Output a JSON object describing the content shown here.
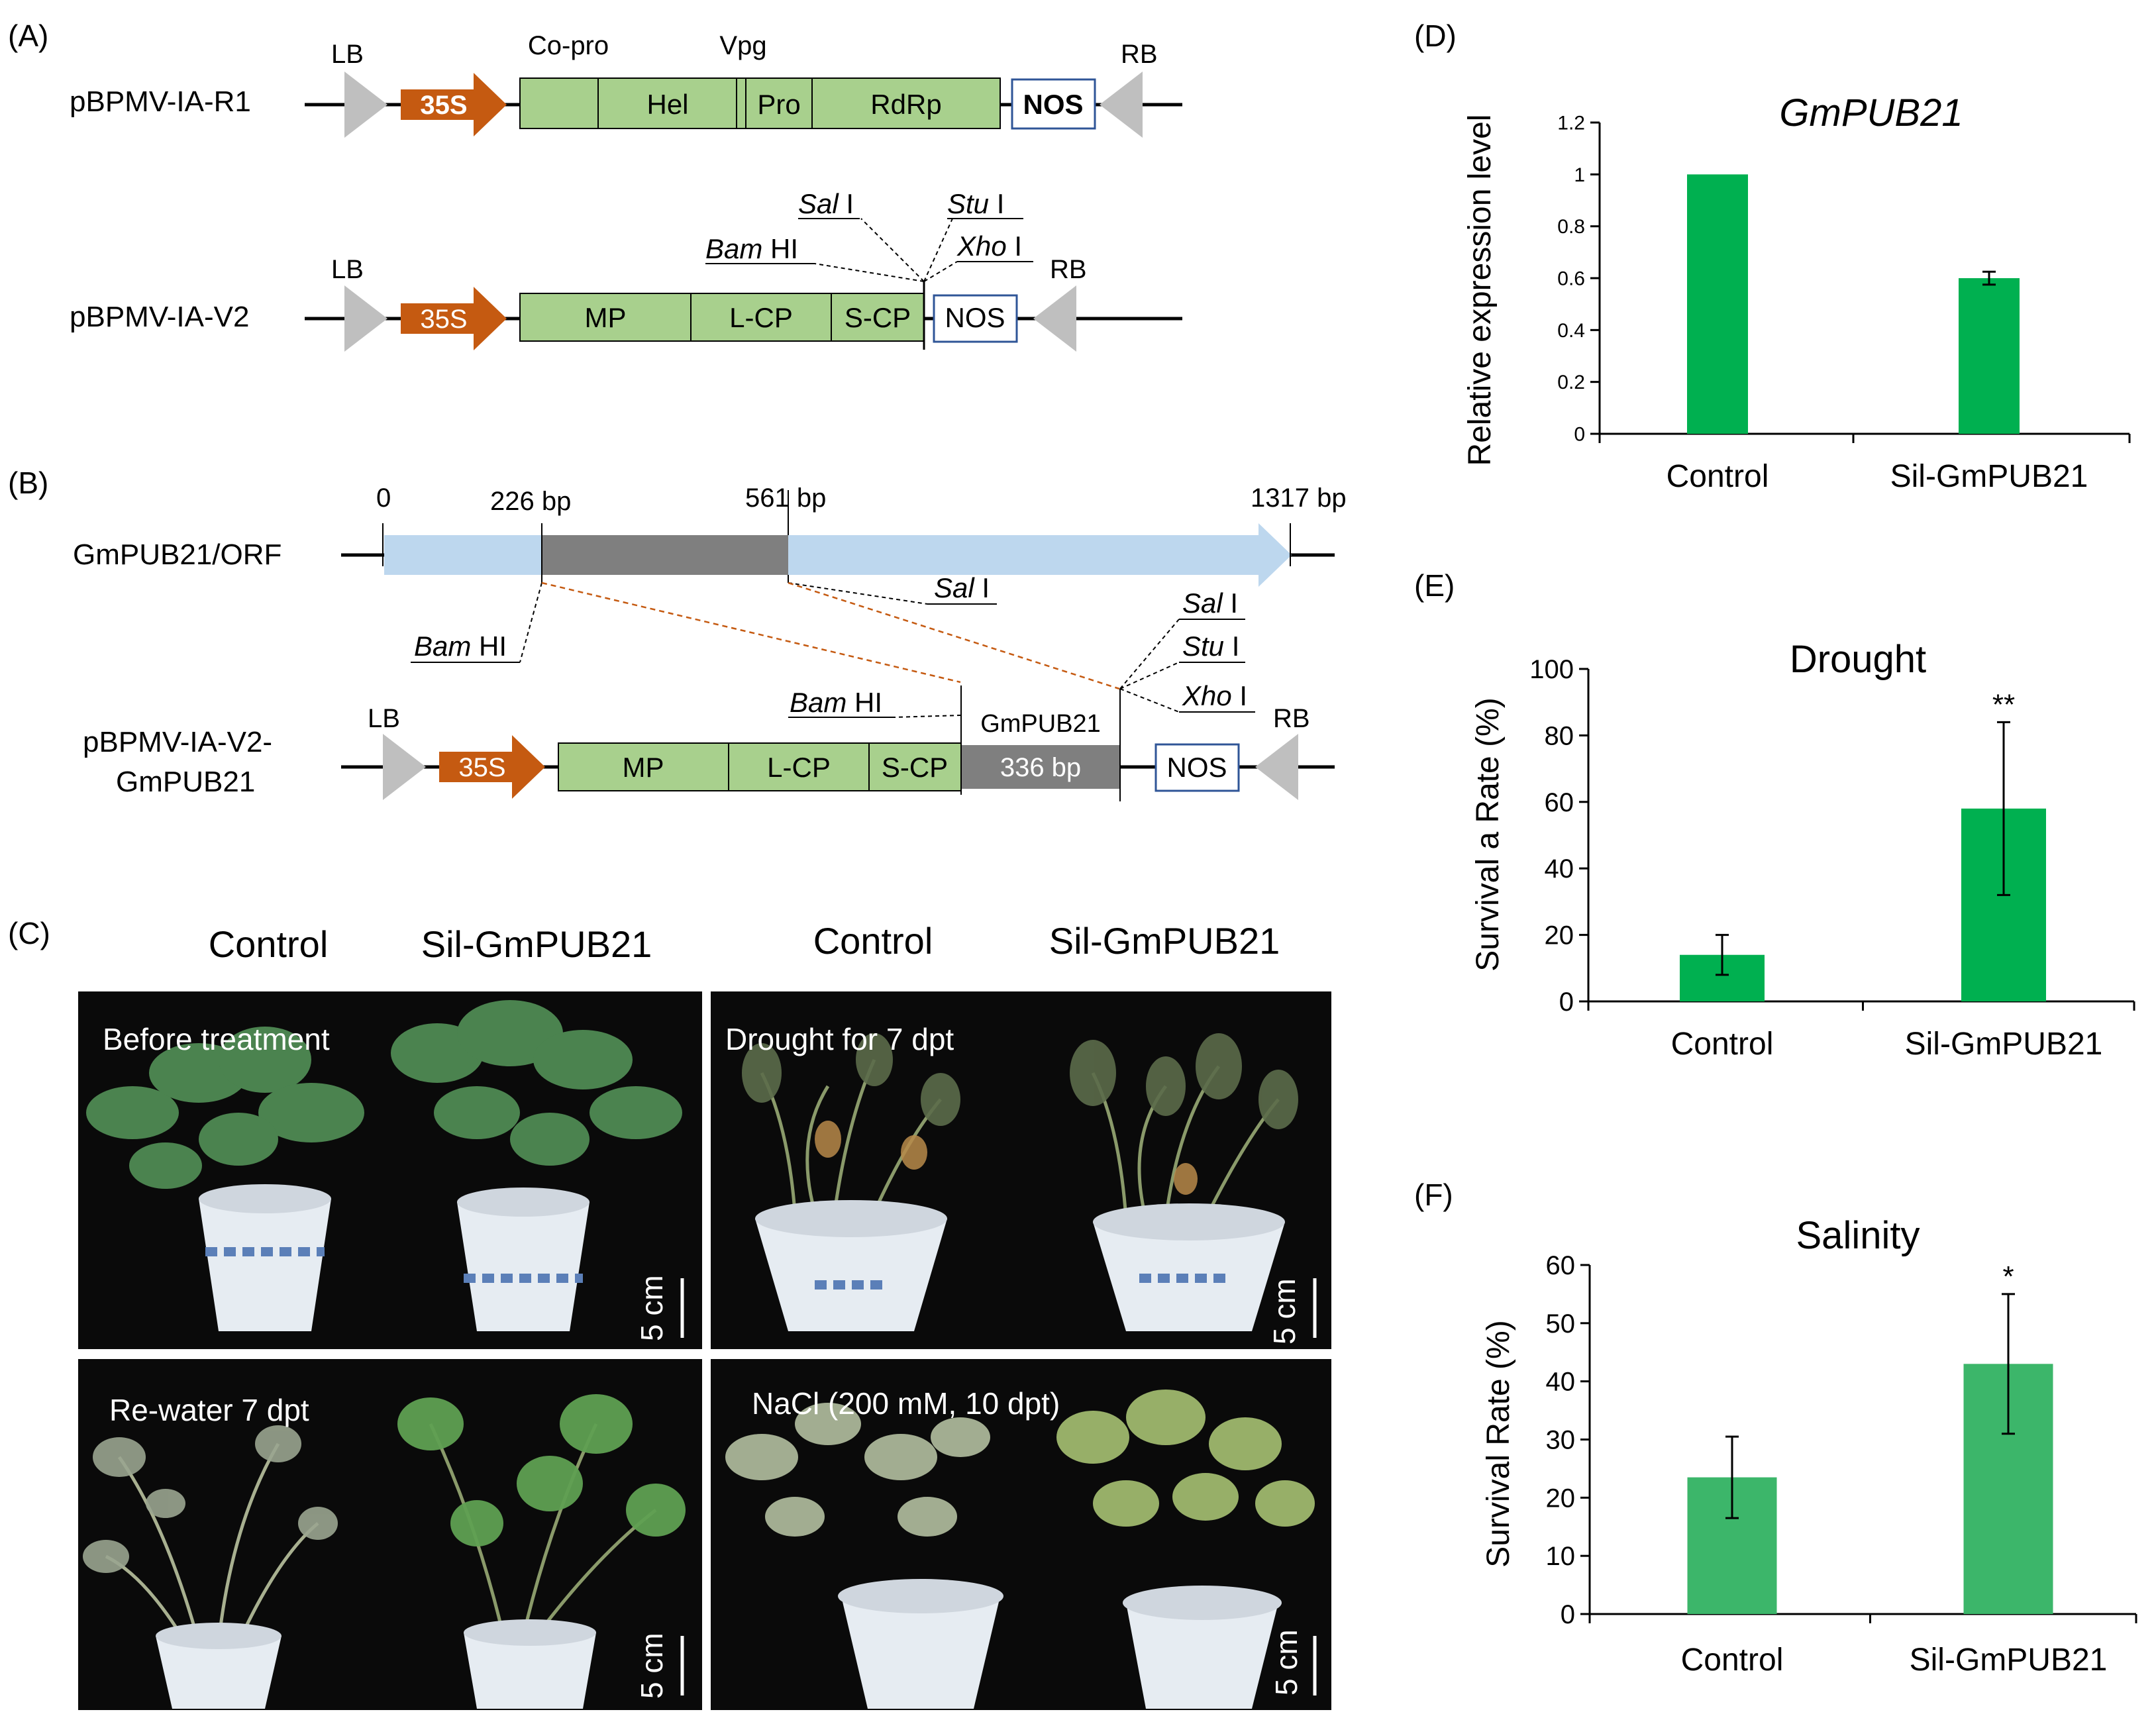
{
  "panels": {
    "a": "(A)",
    "b": "(B)",
    "c": "(C)",
    "d": "(D)",
    "e": "(E)",
    "f": "(F)"
  },
  "colors": {
    "green_box": "#a8d08d",
    "promoter": "#c55a11",
    "orf": "#bdd7ee",
    "insert": "#7f7f7f",
    "bar_green": "#00b050",
    "bar_green_light": "#3cb66a",
    "border_gray": "#bfbfbf",
    "nos_border": "#2f5597",
    "photo_bg": "#0a0a0a"
  },
  "construct_r1": {
    "name": "pBPMV-IA-R1",
    "lb": "LB",
    "rb": "RB",
    "promoter": "35S",
    "copro": "Co-pro",
    "vpg": "Vpg",
    "hel": "Hel",
    "pro": "Pro",
    "rdrp": "RdRp",
    "nos": "NOS"
  },
  "construct_v2": {
    "name": "pBPMV-IA-V2",
    "lb": "LB",
    "rb": "RB",
    "promoter": "35S",
    "mp": "MP",
    "lcp": "L-CP",
    "scp": "S-CP",
    "nos": "NOS",
    "sites": [
      {
        "italic": "Sal",
        "roman": " I"
      },
      {
        "italic": "Stu",
        "roman": " I"
      },
      {
        "italic": "Bam",
        "roman": " HI"
      },
      {
        "italic": "Xho",
        "roman": " I"
      }
    ]
  },
  "orf": {
    "name": "GmPUB21/ORF",
    "pos0": "0",
    "pos226": "226 bp",
    "pos561": "561 bp",
    "pos1317": "1317 bp",
    "site_bam": {
      "italic": "Bam",
      "roman": " HI"
    },
    "site_sal": {
      "italic": "Sal",
      "roman": " I"
    }
  },
  "construct_v2_gm": {
    "name_line1": "pBPMV-IA-V2-",
    "name_line2": "GmPUB21",
    "lb": "LB",
    "rb": "RB",
    "promoter": "35S",
    "mp": "MP",
    "lcp": "L-CP",
    "scp": "S-CP",
    "insert_label": "GmPUB21",
    "insert_size": "336 bp",
    "nos": "NOS",
    "site_bam": {
      "italic": "Bam",
      "roman": " HI"
    },
    "sites_right": [
      {
        "italic": "Sal",
        "roman": " I"
      },
      {
        "italic": "Stu",
        "roman": " I"
      },
      {
        "italic": "Xho",
        "roman": " I"
      }
    ]
  },
  "photos": {
    "header_left": [
      "Control",
      "Sil-GmPUB21"
    ],
    "header_right": [
      "Control",
      "Sil-GmPUB21"
    ],
    "tl": "Before treatment",
    "tr": "Drought for 7 dpt",
    "bl": "Re-water 7 dpt",
    "br": "NaCl (200 mM, 10 dpt)",
    "scale": "5 cm"
  },
  "chart_data": [
    {
      "type": "bar",
      "panel": "D",
      "title": "GmPUB21",
      "ylabel": "Relative expression level",
      "categories": [
        "Control",
        "Sil-GmPUB21"
      ],
      "values": [
        1.0,
        0.6
      ],
      "errors": [
        0,
        0.025
      ],
      "ylim": [
        0,
        1.2
      ],
      "yticks": [
        0,
        0.2,
        0.4,
        0.6,
        0.8,
        1,
        1.2
      ],
      "ytick_labels": [
        "0",
        "0.2",
        "0.4",
        "0.6",
        "0.8",
        "1",
        "1.2"
      ],
      "significance": [
        "",
        ""
      ]
    },
    {
      "type": "bar",
      "panel": "E",
      "title": "Drought",
      "ylabel": "Survival a Rate (%)",
      "categories": [
        "Control",
        "Sil-GmPUB21"
      ],
      "values": [
        14,
        58
      ],
      "errors": [
        6,
        26
      ],
      "ylim": [
        0,
        100
      ],
      "yticks": [
        0,
        20,
        40,
        60,
        80,
        100
      ],
      "ytick_labels": [
        "0",
        "20",
        "40",
        "60",
        "80",
        "100"
      ],
      "significance": [
        "",
        "**"
      ]
    },
    {
      "type": "bar",
      "panel": "F",
      "title": "Salinity",
      "ylabel": "Survival Rate (%)",
      "categories": [
        "Control",
        "Sil-GmPUB21"
      ],
      "values": [
        23.5,
        43
      ],
      "errors": [
        7,
        12
      ],
      "ylim": [
        0,
        60
      ],
      "yticks": [
        0,
        10,
        20,
        30,
        40,
        50,
        60
      ],
      "ytick_labels": [
        "0",
        "10",
        "20",
        "30",
        "40",
        "50",
        "60"
      ],
      "significance": [
        "",
        "*"
      ]
    }
  ]
}
